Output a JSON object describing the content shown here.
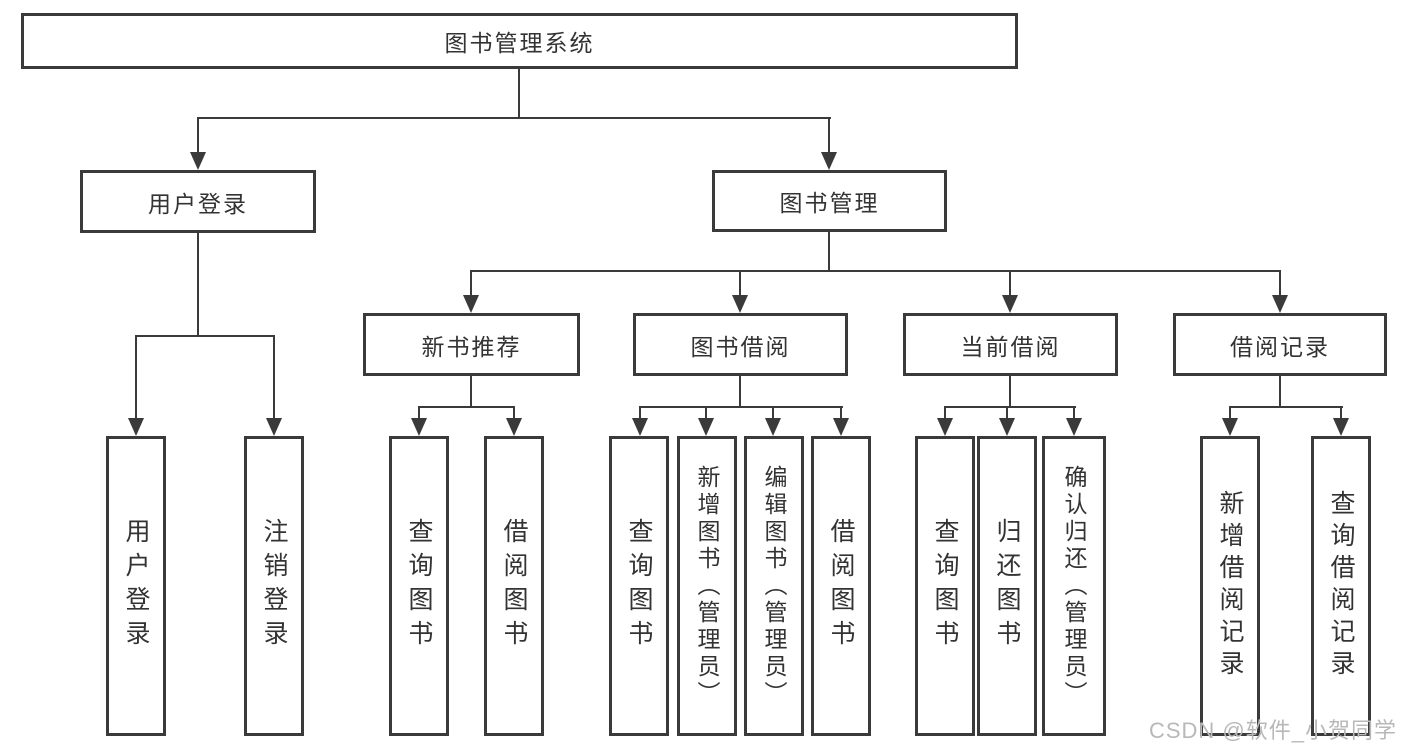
{
  "diagram": {
    "title": "图书管理系统",
    "nodes": {
      "root": "图书管理系统",
      "user_login": "用户登录",
      "book_management": "图书管理",
      "new_book_recommend": "新书推荐",
      "book_borrow": "图书借阅",
      "current_borrow": "当前借阅",
      "borrow_records": "借阅记录"
    },
    "leaves": {
      "login": "用户登录",
      "logout": "注销登录",
      "newbook_query": "查询图书",
      "newbook_borrow": "借阅图书",
      "borrow_query": "查询图书",
      "borrow_add": "新增图书（管理员）",
      "borrow_edit": "编辑图书（管理员）",
      "borrow_borrow": "借阅图书",
      "current_query": "查询图书",
      "current_return": "归还图书",
      "current_confirm": "确认归还（管理员）",
      "records_add": "新增借阅记录",
      "records_query": "查询借阅记录"
    },
    "colors": {
      "line": "#3a3a3a",
      "text": "#333333",
      "background": "#ffffff",
      "watermark": "#b8b8b8"
    }
  },
  "watermark": "CSDN @软件_小贺同学"
}
